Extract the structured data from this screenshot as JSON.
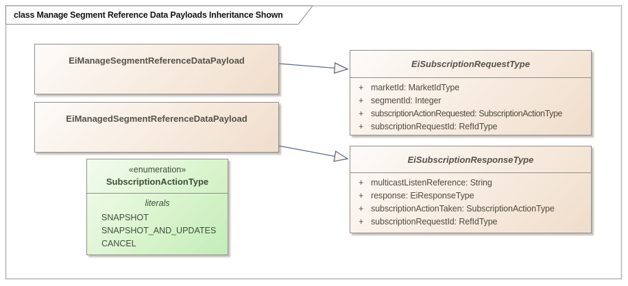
{
  "diagram": {
    "title": "class Manage Segment Reference Data Payloads Inheritance Shown"
  },
  "nodes": {
    "manage_payload": {
      "name": "EiManageSegmentReferenceDataPayload"
    },
    "managed_payload": {
      "name": "EiManagedSegmentReferenceDataPayload"
    },
    "request_type": {
      "name": "EiSubscriptionRequestType",
      "abstract": true,
      "attributes": [
        {
          "vis": "+",
          "text": "marketId: MarketIdType"
        },
        {
          "vis": "+",
          "text": "segmentId: Integer"
        },
        {
          "vis": "+",
          "text": "subscriptionActionRequested: SubscriptionActionType"
        },
        {
          "vis": "+",
          "text": "subscriptionRequestId: RefIdType"
        }
      ]
    },
    "response_type": {
      "name": "EiSubscriptionResponseType",
      "abstract": true,
      "attributes": [
        {
          "vis": "+",
          "text": "multicastListenReference: String"
        },
        {
          "vis": "+",
          "text": "response: EiResponseType"
        },
        {
          "vis": "+",
          "text": "subscriptionActionTaken: SubscriptionActionType"
        },
        {
          "vis": "+",
          "text": "subscriptionRequestId: RefIdType"
        }
      ]
    },
    "subscription_action_enum": {
      "stereotype": "«enumeration»",
      "name": "SubscriptionActionType",
      "section_label": "literals",
      "literals": [
        "SNAPSHOT",
        "SNAPSHOT_AND_UPDATES",
        "CANCEL"
      ]
    }
  },
  "relations": [
    {
      "type": "generalization",
      "from": "EiManageSegmentReferenceDataPayload",
      "to": "EiSubscriptionRequestType"
    },
    {
      "type": "generalization",
      "from": "EiManagedSegmentReferenceDataPayload",
      "to": "EiSubscriptionResponseType"
    }
  ],
  "colors": {
    "class_fill_light": "#fdfbf9",
    "class_fill_dark": "#f0ddcb",
    "enum_fill_light": "#f3fcee",
    "enum_fill_dark": "#c3edb7",
    "box_border": "#8f8d89",
    "frame_border": "#b5b5b5",
    "connector": "#5b6b88",
    "text": "#4f4b40",
    "enum_text": "#3e4d39"
  }
}
